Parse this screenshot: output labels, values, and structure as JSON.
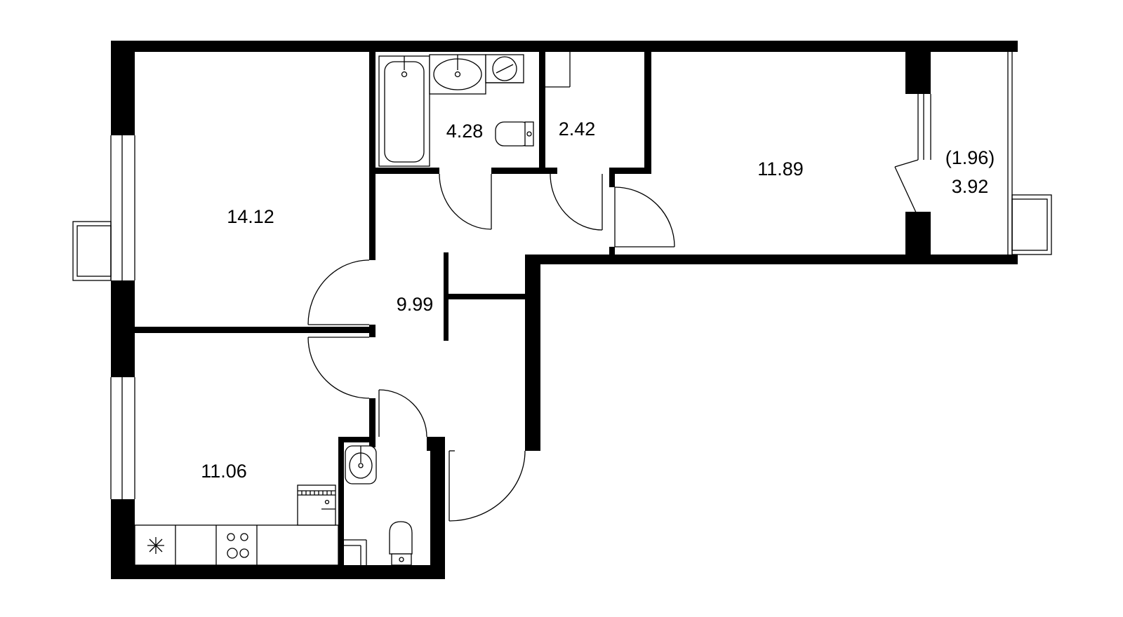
{
  "plan": {
    "rooms": [
      {
        "id": "room-left-top",
        "area": "14.12"
      },
      {
        "id": "bathroom",
        "area": "4.28"
      },
      {
        "id": "toilet",
        "area": "2.42"
      },
      {
        "id": "room-right",
        "area": "11.89"
      },
      {
        "id": "balcony",
        "area_reduced": "(1.96)",
        "area": "3.92"
      },
      {
        "id": "hall",
        "area": "9.99"
      },
      {
        "id": "kitchen",
        "area": "11.06"
      }
    ],
    "colors": {
      "walls": "#000000",
      "background": "#ffffff"
    }
  }
}
